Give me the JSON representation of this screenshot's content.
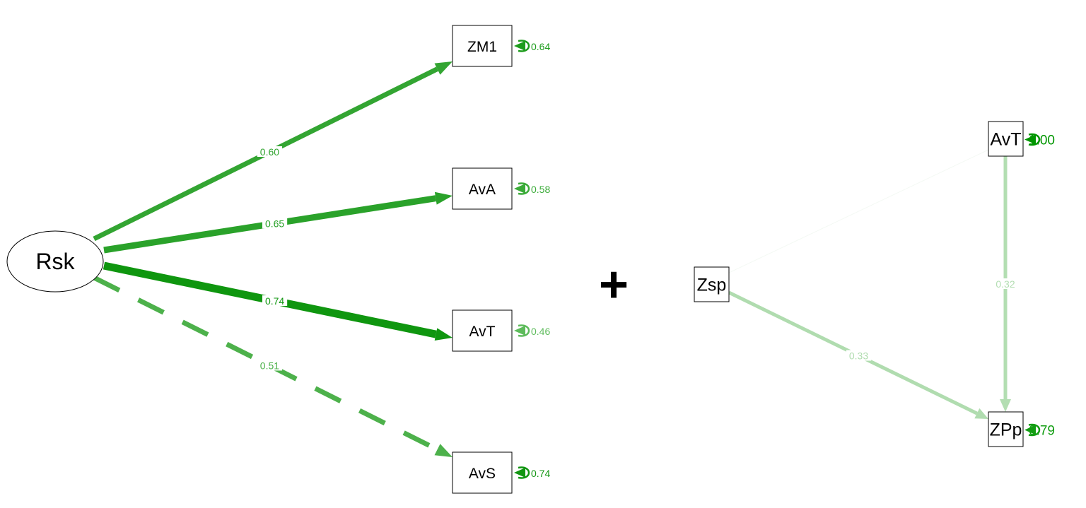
{
  "left_model": {
    "latent": {
      "label": "Rsk"
    },
    "indicators": [
      {
        "label": "ZM1",
        "loading": "0.60",
        "residual": "0.64",
        "color": "#33a532",
        "residual_color": "#1d9c1c",
        "dashed": false
      },
      {
        "label": "AvA",
        "loading": "0.65",
        "residual": "0.58",
        "color": "#2aa22a",
        "residual_color": "#3aab38",
        "dashed": false
      },
      {
        "label": "AvT",
        "loading": "0.74",
        "residual": "0.46",
        "color": "#0f960f",
        "residual_color": "#5dbb5b",
        "dashed": false
      },
      {
        "label": "AvS",
        "loading": "0.51",
        "residual": "0.74",
        "color": "#4db14b",
        "residual_color": "#129512",
        "dashed": true
      }
    ]
  },
  "plus_sign": "+",
  "right_model": {
    "nodes": [
      {
        "id": "AvT",
        "label": "AvT",
        "residual": "1.00",
        "residual_color": "#009600"
      },
      {
        "id": "Zsp",
        "label": "Zsp"
      },
      {
        "id": "ZPp",
        "label": "ZPp",
        "residual": "0.79",
        "residual_color": "#129d12"
      }
    ],
    "edges": [
      {
        "from": "Zsp",
        "to": "AvT",
        "label": "",
        "color": "#f4f9f4"
      },
      {
        "from": "AvT",
        "to": "ZPp",
        "label": "0.32",
        "color": "#b3deb2"
      },
      {
        "from": "Zsp",
        "to": "ZPp",
        "label": "0.33",
        "color": "#b0dcaf"
      }
    ]
  }
}
